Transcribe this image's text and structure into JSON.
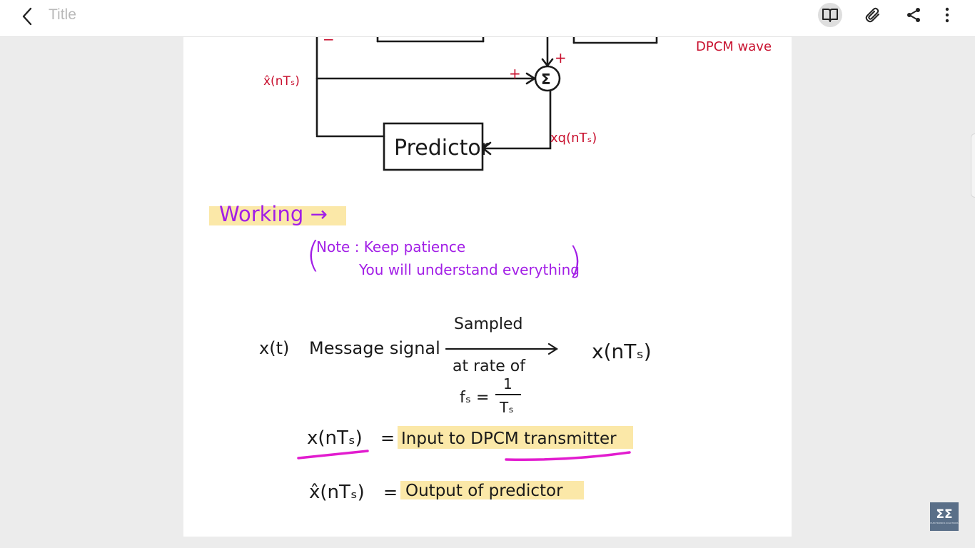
{
  "toolbar": {
    "title": "Title",
    "icons": {
      "back": "chevron-left-icon",
      "reading_mode": "book-open-icon",
      "attach": "paperclip-icon",
      "share": "share-icon",
      "more": "more-vertical-icon"
    }
  },
  "diagram": {
    "labels": {
      "minus_sign": "−",
      "plus_top": "+",
      "plus_left": "+",
      "sigma": "Σ",
      "predictor": "Predictor",
      "xhat": "x̂(nTₛ)",
      "xq": "xq(nTₛ)",
      "dpcm_wave": "DPCM wave"
    }
  },
  "notes": {
    "working": "Working →",
    "note_line1": "Note : Keep patience",
    "note_line2": "You will understand everything",
    "open_paren": "(",
    "close_paren": ")",
    "x_t": "x(t)",
    "message_signal": "Message signal",
    "sampled": "Sampled",
    "at_rate_of": "at rate of",
    "fs": "fₛ =",
    "fs_num": "1",
    "fs_den": "Tₛ",
    "x_nts": "x(nTₛ)",
    "eq1_lhs": "x(nTₛ)",
    "eq1_eq": "=",
    "eq1_rhs": "Input to DPCM transmitter",
    "eq2_lhs": "x̂(nTₛ)",
    "eq2_eq": "=",
    "eq2_rhs": "Output of predictor"
  },
  "colors": {
    "ink": "#1a1a1a",
    "red_ink": "#c8102e",
    "purple_ink": "#a21ee6",
    "highlight": "#fbe8a8",
    "underline": "#e21ccf",
    "logo_bg": "#5a6f88"
  },
  "watermark": {
    "mark": "ΣΣ",
    "text": "ELECTRONICS SOLUTIONS"
  }
}
